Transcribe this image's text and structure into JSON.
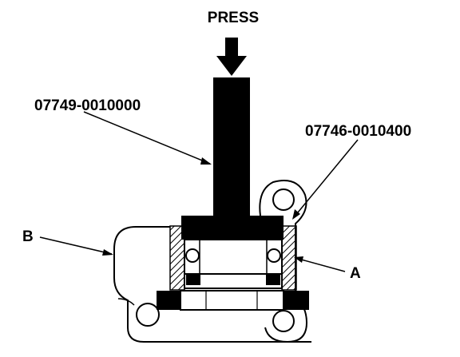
{
  "labels": {
    "press": "PRESS",
    "tool_driver": "07749-0010000",
    "tool_attachment": "07746-0010400",
    "part_a": "A",
    "part_b": "B"
  },
  "colors": {
    "ink": "#000000",
    "paper": "#ffffff"
  }
}
